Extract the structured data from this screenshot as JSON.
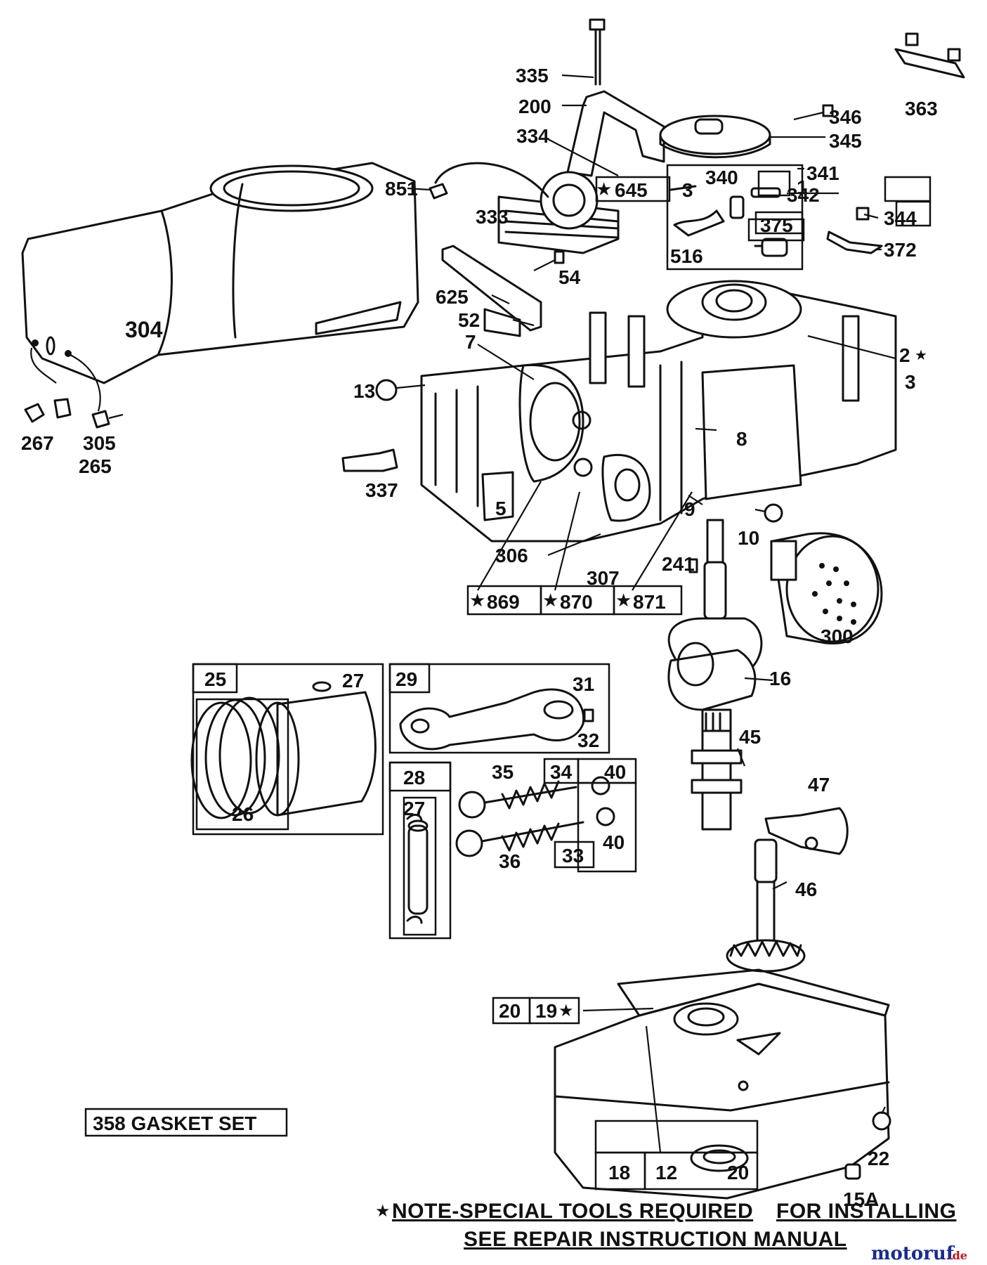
{
  "parts": {
    "p335": "335",
    "p200": "200",
    "p334": "334",
    "p333": "333",
    "p851": "851",
    "p346": "346",
    "p345": "345",
    "p363": "363",
    "p340": "340",
    "p341": "341",
    "p342": "342",
    "p375": "375",
    "p344": "344",
    "p372": "372",
    "p516": "516",
    "p54": "54",
    "p625": "625",
    "p52": "52",
    "p7": "7",
    "p645": "645",
    "p3a": "3",
    "p1": "1",
    "p2": "2",
    "p3b": "3",
    "p304": "304",
    "p13": "13",
    "p8": "8",
    "p267": "267",
    "p305": "305",
    "p265": "265",
    "p337": "337",
    "p5": "5",
    "p9": "9",
    "p10": "10",
    "p306": "306",
    "p307": "307",
    "p241": "241",
    "p300": "300",
    "p869": "869",
    "p870": "870",
    "p871": "871",
    "p16": "16",
    "p25": "25",
    "p27a": "27",
    "p26": "26",
    "p29": "29",
    "p31": "31",
    "p32": "32",
    "p45": "45",
    "p28": "28",
    "p27b": "27",
    "p35": "35",
    "p34": "34",
    "p40a": "40",
    "p33": "33",
    "p40b": "40",
    "p36": "36",
    "p47": "47",
    "p46": "46",
    "p20a": "20",
    "p19": "19",
    "p22": "22",
    "p18": "18",
    "p12": "12",
    "p20b": "20",
    "p15a": "15A"
  },
  "star": "★",
  "gasket_set": "358 GASKET SET",
  "note": {
    "line1_star": "★",
    "line1_a": "NOTE-SPECIAL TOOLS REQUIRED",
    "line1_b": "FOR INSTALLING",
    "line2": "SEE REPAIR INSTRUCTION MANUAL"
  },
  "watermark": {
    "main": "motoruf",
    "suffix": ".de"
  }
}
